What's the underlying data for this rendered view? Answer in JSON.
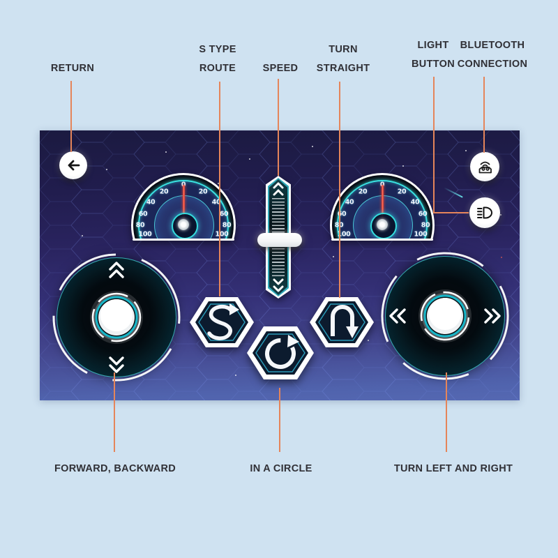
{
  "page": {
    "background": "#cfe2f1",
    "description_domain": "rc-car-remote-control-app"
  },
  "colors": {
    "annotation_line": "#e5855a",
    "label_text": "#303036",
    "panel_top": "#1b1a40",
    "panel_bottom": "#5568b2",
    "cyan_accent": "#35dede",
    "needle_red": "#e8392f",
    "button_white": "#ffffff"
  },
  "annotations": {
    "return": "RETURN",
    "s_type_route": [
      "S TYPE",
      "ROUTE"
    ],
    "speed": "SPEED",
    "turn_straight": [
      "TURN",
      "STRAIGHT"
    ],
    "light_button": [
      "LIGHT",
      "BUTTON"
    ],
    "bluetooth_connection": [
      "BLUETOOTH",
      "CONNECTION"
    ],
    "forward_backward": "FORWARD, BACKWARD",
    "in_a_circle": "IN A CIRCLE",
    "turn_left_and_right": "TURN LEFT AND RIGHT"
  },
  "gauge": {
    "tick_labels": [
      "0",
      "20",
      "40",
      "60",
      "80",
      "100"
    ],
    "min": 0,
    "max": 100,
    "value": 0
  },
  "controls": {
    "return_button_icon": "back-arrow-icon",
    "bluetooth_button_icon": "rc-car-signal-icon",
    "light_button_icon": "headlight-beam-icon",
    "s_route_button_icon": "s-curve-arrow-icon",
    "circle_button_icon": "rotate-clockwise-icon",
    "u_turn_button_icon": "u-turn-arrow-icon",
    "left_joystick_axis": "vertical",
    "right_joystick_axis": "horizontal",
    "speed_slider": {
      "orientation": "vertical",
      "thumb_position": "middle"
    }
  }
}
